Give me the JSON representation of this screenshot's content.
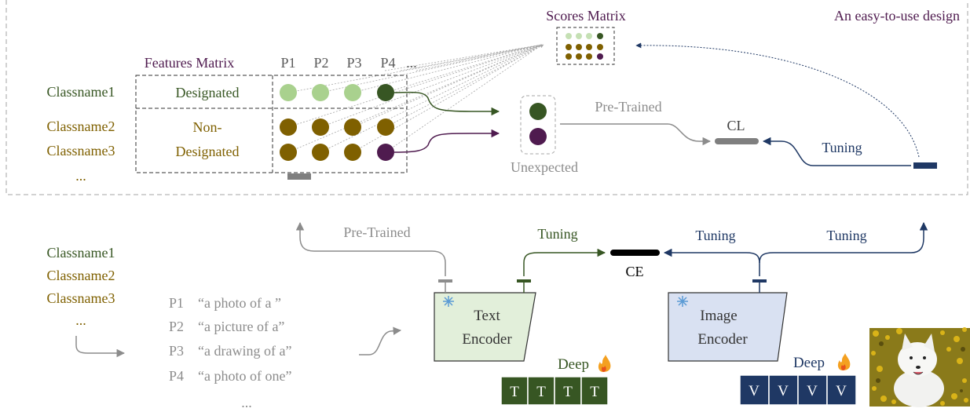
{
  "top_panel": {
    "title": "An easy-to-use design",
    "scores_matrix_label": "Scores Matrix",
    "features_matrix_label": "Features Matrix",
    "prompt_headers": [
      "P1",
      "P2",
      "P3",
      "P4",
      "..."
    ],
    "row_labels": [
      "Classname1",
      "Classname2",
      "Classname3",
      "..."
    ],
    "designated_label": "Designated",
    "non_designated_label_1": "Non-",
    "non_designated_label_2": "Designated",
    "unexpected_label": "Unexpected",
    "pretrained_label": "Pre-Trained",
    "cl_label": "CL",
    "tuning_label": "Tuning"
  },
  "bottom_panel": {
    "classnames": [
      "Classname1",
      "Classname2",
      "Classname3",
      "..."
    ],
    "prompts": [
      {
        "id": "P1",
        "text": "“a photo of a ”"
      },
      {
        "id": "P2",
        "text": "“a picture of a”"
      },
      {
        "id": "P3",
        "text": "“a drawing of a”"
      },
      {
        "id": "P4",
        "text": "“a photo of one”"
      }
    ],
    "prompts_more": "...",
    "pretrained_label": "Pre-Trained",
    "tuning_text_label": "Tuning",
    "tuning_image_label": "Tuning",
    "tuning_right_label": "Tuning",
    "ce_label": "CE",
    "text_encoder_line1": "Text",
    "text_encoder_line2": "Encoder",
    "image_encoder_line1": "Image",
    "image_encoder_line2": "Encoder",
    "deep_text_label": "Deep",
    "deep_image_label": "Deep",
    "text_tokens": [
      "T",
      "T",
      "T",
      "T"
    ],
    "image_tokens": [
      "V",
      "V",
      "V",
      "V"
    ]
  },
  "colors": {
    "green_dark": "#375623",
    "green_light": "#a9d18e",
    "olive": "#7f6000",
    "purple": "#4f1b4f",
    "navy": "#1f3864",
    "gray": "#8c8c8c",
    "text_encoder_fill": "#e2efda",
    "image_encoder_fill": "#d9e1f2"
  },
  "icons": [
    "snowflake-icon",
    "fire-icon",
    "dog-photo"
  ]
}
